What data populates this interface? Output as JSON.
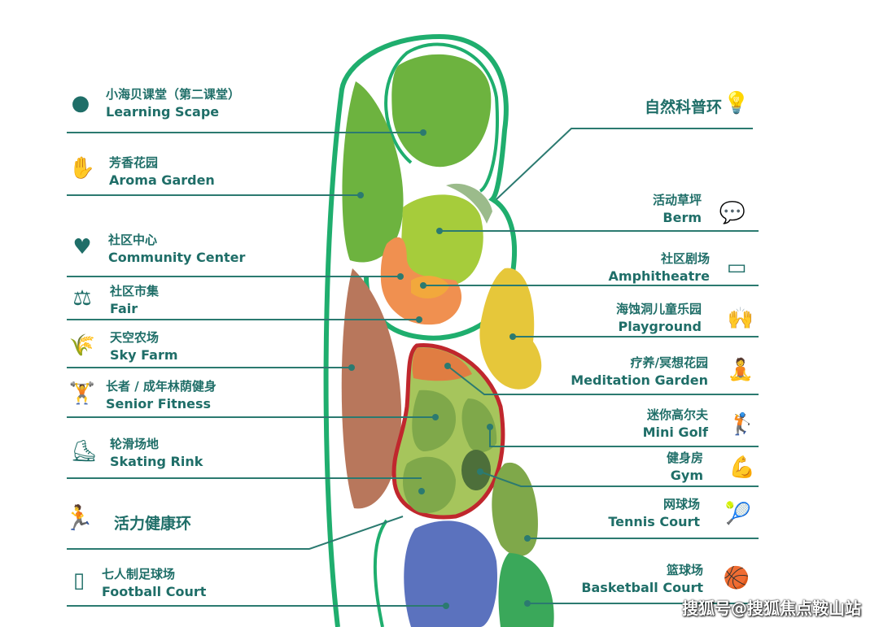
{
  "left_items": [
    {
      "cn": "小海贝课堂（第二课堂）",
      "en": "Learning Scape",
      "icon": "head-icon"
    },
    {
      "cn": "芳香花园",
      "en": "Aroma Garden",
      "icon": "butterfly-hand-icon"
    },
    {
      "cn": "社区中心",
      "en": "Community Center",
      "icon": "heart-pulse-icon"
    },
    {
      "cn": "社区市集",
      "en": "Fair",
      "icon": "scales-icon"
    },
    {
      "cn": "天空农场",
      "en": "Sky Farm",
      "icon": "wheat-hand-icon"
    },
    {
      "cn": "长者 / 成年林荫健身",
      "en": "Senior Fitness",
      "icon": "fitness-person-icon"
    },
    {
      "cn": "轮滑场地",
      "en": "Skating Rink",
      "icon": "skater-icon"
    },
    {
      "cn": "活力健康环",
      "en": "",
      "icon": "runner-icon"
    },
    {
      "cn": "七人制足球场",
      "en": "Football Court",
      "icon": "football-field-icon"
    }
  ],
  "right_items": [
    {
      "cn": "自然科普环",
      "en": "",
      "icon": "lightbulb-icon"
    },
    {
      "cn": "活动草坪",
      "en": "Berm",
      "icon": "chat-bubbles-icon"
    },
    {
      "cn": "社区剧场",
      "en": "Amphitheatre",
      "icon": "theatre-screen-icon"
    },
    {
      "cn": "海蚀洞儿童乐园",
      "en": "Playground",
      "icon": "child-ball-icon"
    },
    {
      "cn": "疗养/冥想花园",
      "en": "Meditation Garden",
      "icon": "meditation-icon"
    },
    {
      "cn": "迷你高尔夫",
      "en": "Mini Golf",
      "icon": "golfer-icon"
    },
    {
      "cn": "健身房",
      "en": "Gym",
      "icon": "bicep-icon"
    },
    {
      "cn": "网球场",
      "en": "Tennis Court",
      "icon": "tennis-racket-icon"
    },
    {
      "cn": "篮球场",
      "en": "Basketball Court",
      "icon": "basketball-icon"
    }
  ],
  "watermark": "搜狐号@搜狐焦点鞍山站",
  "colors": {
    "text": "#1f6e68",
    "ring": "#1fae6e",
    "red": "#c0272d"
  }
}
